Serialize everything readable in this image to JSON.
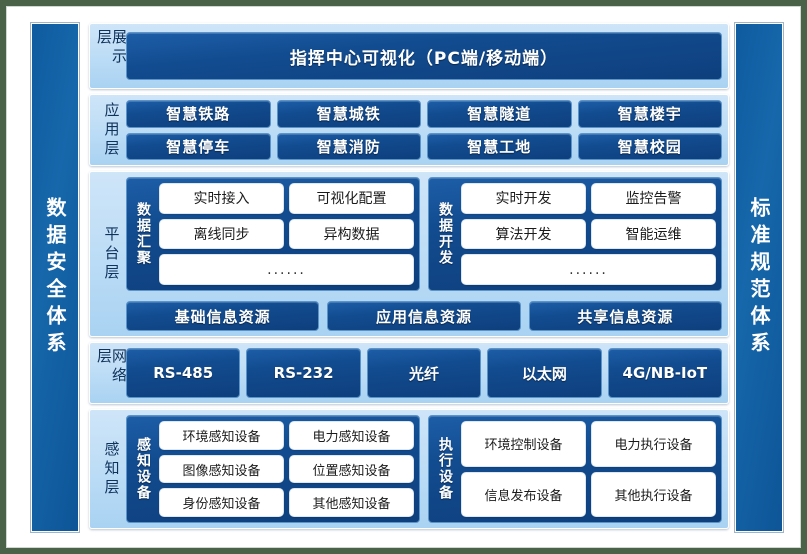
{
  "left_pillar": {
    "label": "数据安全体系"
  },
  "right_pillar": {
    "label": "标准规范体系"
  },
  "layers": {
    "presentation": {
      "label": "展示层",
      "box": "指挥中心可视化（PC端/移动端）"
    },
    "application": {
      "label": "应用层",
      "row1": [
        "智慧铁路",
        "智慧城铁",
        "智慧隧道",
        "智慧楼宇"
      ],
      "row2": [
        "智慧停车",
        "智慧消防",
        "智慧工地",
        "智慧校园"
      ]
    },
    "platform": {
      "label": "平台层",
      "group_left": {
        "title": "数据汇聚",
        "row1": [
          "实时接入",
          "可视化配置"
        ],
        "row2": [
          "离线同步",
          "异构数据"
        ],
        "row3": "......"
      },
      "group_right": {
        "title": "数据开发",
        "row1": [
          "实时开发",
          "监控告警"
        ],
        "row2": [
          "算法开发",
          "智能运维"
        ],
        "row3": "......"
      },
      "resources": [
        "基础信息资源",
        "应用信息资源",
        "共享信息资源"
      ]
    },
    "network": {
      "label": "网络层",
      "items": [
        "RS-485",
        "RS-232",
        "光纤",
        "以太网",
        "4G/NB-IoT"
      ]
    },
    "sensing": {
      "label": "感知层",
      "group_left": {
        "title": "感知设备",
        "row1": [
          "环境感知设备",
          "电力感知设备"
        ],
        "row2": [
          "图像感知设备",
          "位置感知设备"
        ],
        "row3": [
          "身份感知设备",
          "其他感知设备"
        ]
      },
      "group_right": {
        "title": "执行设备",
        "row1": [
          "环境控制设备",
          "电力执行设备"
        ],
        "row2": [
          "信息发布设备",
          "其他执行设备"
        ]
      }
    }
  },
  "colors": {
    "canvas": "#4a6248",
    "panel": "#ffffff",
    "pillar": "#14639f",
    "layer_bg": "#bddcf6",
    "dark_box": "#104a8c",
    "white_box": "#ffffff",
    "label_text": "#10335c"
  }
}
